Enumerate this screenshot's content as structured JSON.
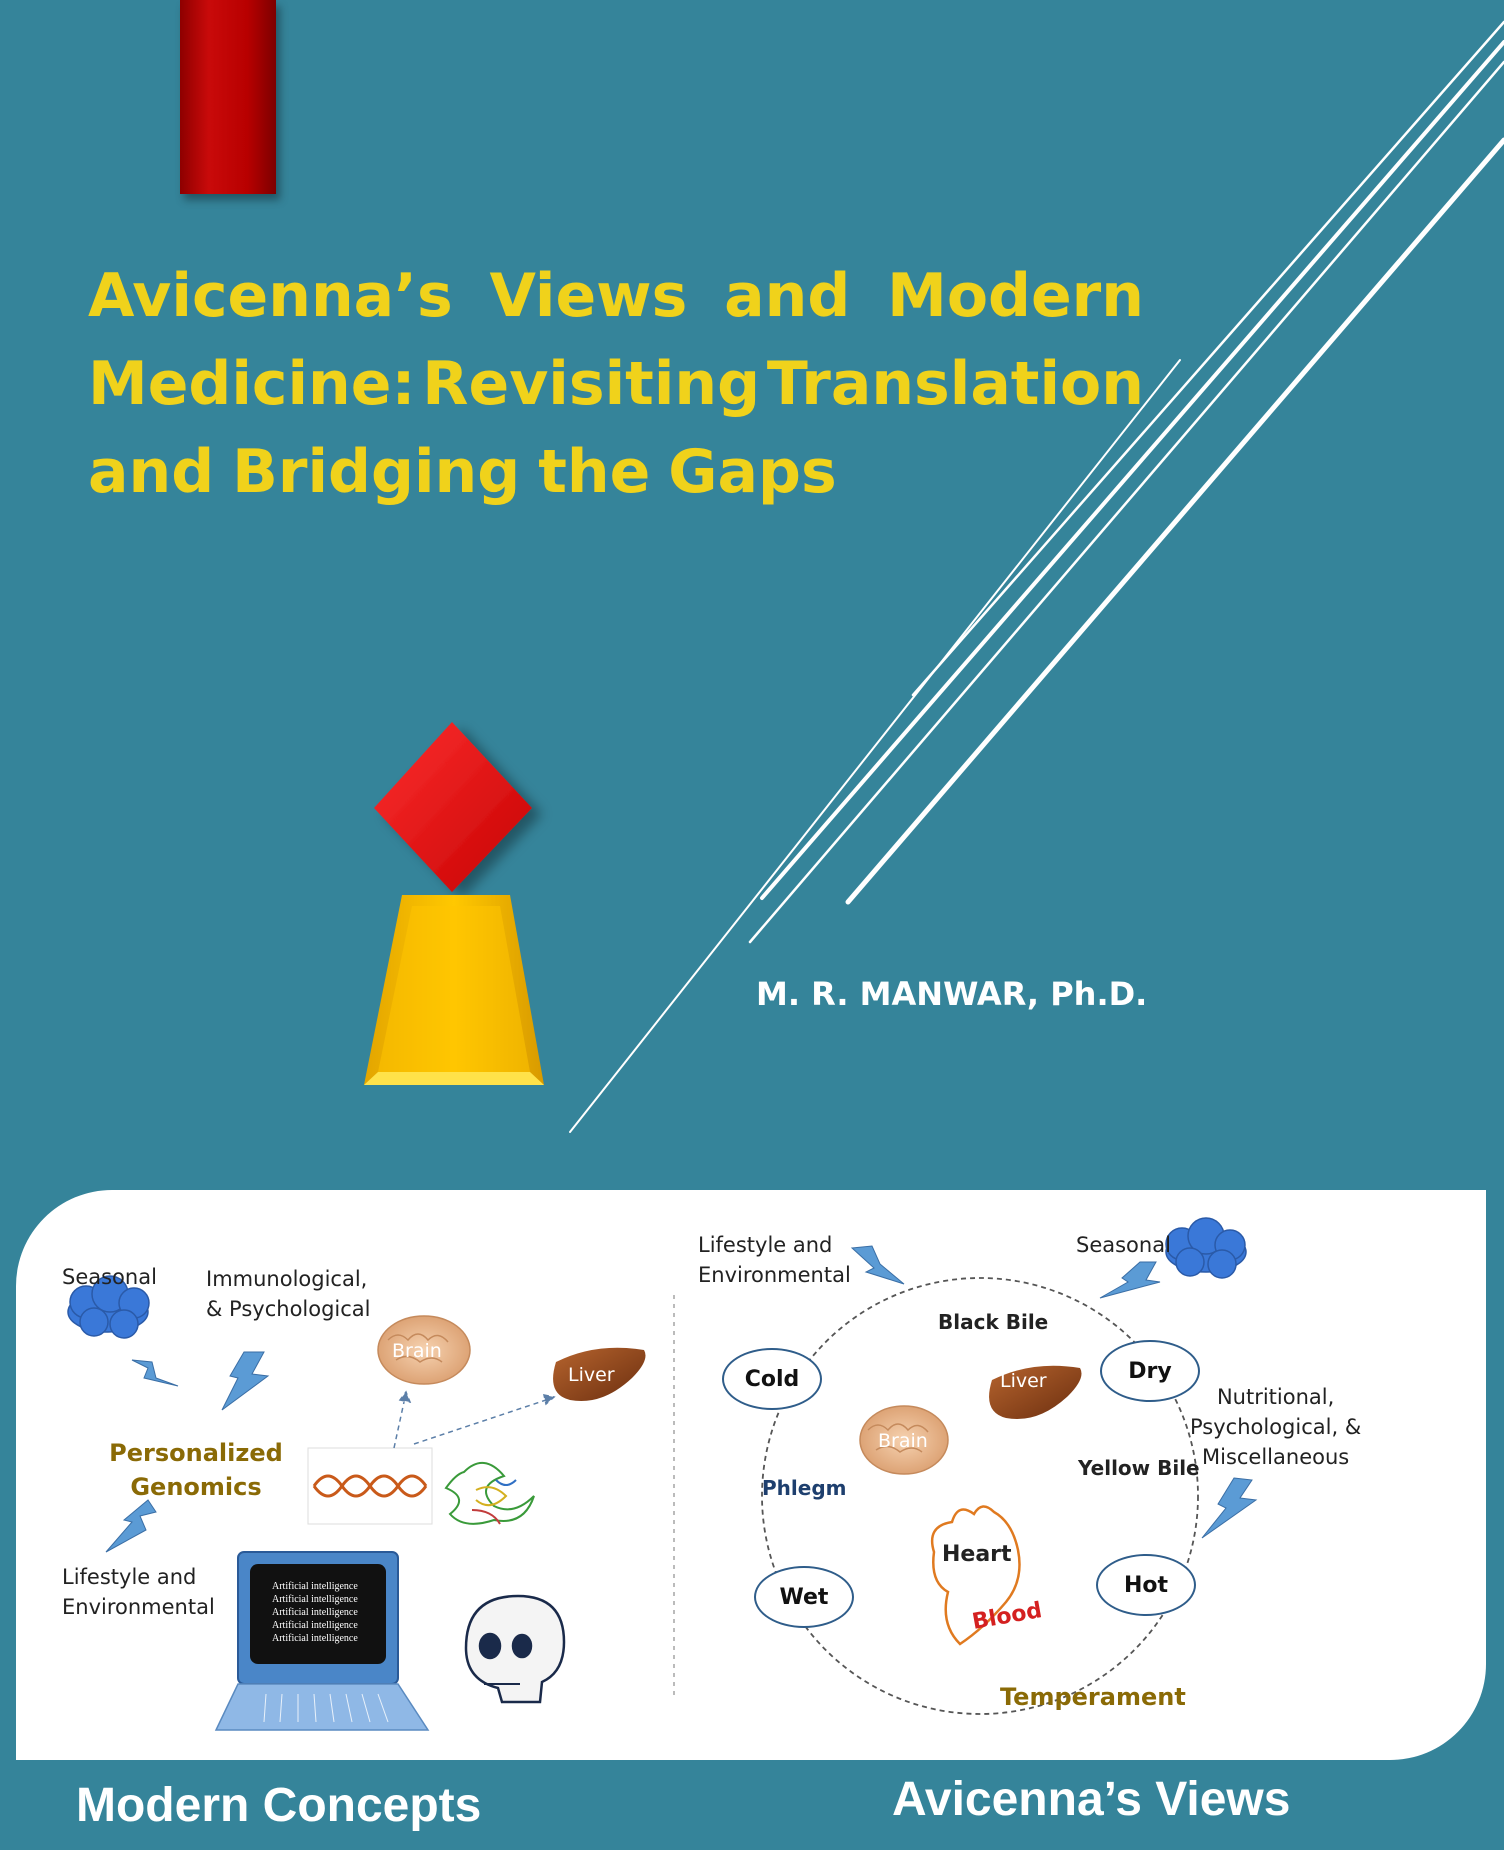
{
  "colors": {
    "background": "#35849a",
    "title": "#f0d21b",
    "accent_red": "#c90a0a",
    "accent_gold": "#f2b800",
    "caption_gold": "#8a6a06",
    "panel": "#ffffff"
  },
  "cover": {
    "title_lines": [
      [
        "Avicenna’s",
        "Views",
        "and",
        "Modern"
      ],
      [
        "Medicine:",
        "Revisiting",
        "Translation"
      ],
      [
        "and",
        "Bridging",
        "the",
        "Gaps"
      ]
    ],
    "author": "M. R. MANWAR, Ph.D."
  },
  "figure": {
    "modern": {
      "seasonal": "Seasonal",
      "immuno_line1": "Immunological,",
      "immuno_line2": "& Psychological",
      "genomics_line1": "Personalized",
      "genomics_line2": "Genomics",
      "lifestyle_line1": "Lifestyle and",
      "lifestyle_line2": "Environmental",
      "brain": "Brain",
      "liver": "Liver",
      "ai_lines": [
        "Artificial intelligence",
        "Artificial intelligence",
        "Artificial intelligence",
        "Artificial intelligence",
        "Artificial intelligence"
      ]
    },
    "avicenna": {
      "lifestyle_line1": "Lifestyle and",
      "lifestyle_line2": "Environmental",
      "seasonal": "Seasonal",
      "black_bile": "Black Bile",
      "cold": "Cold",
      "dry": "Dry",
      "wet": "Wet",
      "hot": "Hot",
      "liver": "Liver",
      "brain": "Brain",
      "phlegm": "Phlegm",
      "yellow_bile": "Yellow Bile",
      "heart": "Heart",
      "blood": "Blood",
      "temperament": "Temperament",
      "nutritional_line1": "Nutritional,",
      "nutritional_line2": "Psychological, &",
      "nutritional_line3": "Miscellaneous"
    }
  },
  "captions": {
    "left": "Modern Concepts",
    "right": "Avicenna’s Views"
  },
  "icons": [
    "cloud-icon",
    "lightning-icon",
    "brain-icon",
    "liver-icon",
    "dna-icon",
    "protein-icon",
    "laptop-icon",
    "skull-icon",
    "heart-icon"
  ]
}
